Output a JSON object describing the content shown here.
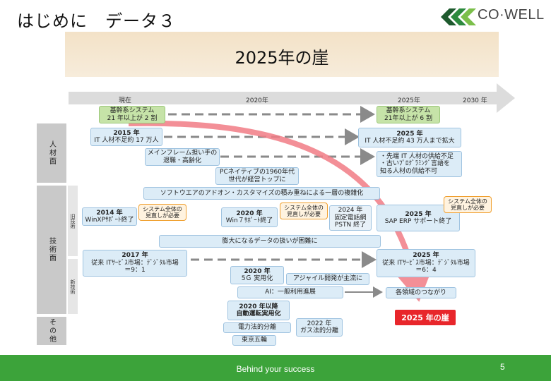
{
  "header": {
    "title": "はじめに　データ３",
    "logo_text": "CO·WELL"
  },
  "banner": {
    "title": "2025年の崖"
  },
  "timeline": {
    "labels": [
      "現在",
      "2020年",
      "2025年",
      "2030 年"
    ]
  },
  "categories": {
    "jinzai": "人材面",
    "gijutsu": "技術面",
    "other": "その他"
  },
  "subcategories": {
    "old": "旧技術",
    "new": "新技術"
  },
  "boxes": {
    "kikan_now": [
      "基幹系システム",
      "21 年以上が 2 割"
    ],
    "kikan_2025": [
      "基幹系システム",
      "21年以上が 6 割"
    ],
    "it_2015": [
      "2015 年",
      "IT 人材不足約 17 万人"
    ],
    "it_2025": [
      "2025 年",
      "IT 人材不足約 43 万人まで拡大"
    ],
    "mainframe": [
      "メインフレーム担い手の",
      "退職・高齢化"
    ],
    "senshin": [
      "・先端 IT 人材の供給不足",
      "・古いﾌﾟﾛｸﾞﾗﾐﾝｸﾞ言語を",
      "知る人材の供給不可"
    ],
    "pc_native": [
      "PCネイティブの1960年代",
      "世代が経営トップに"
    ],
    "software": "ソフトウエアのアドオン・カスタマイズの積み重ねによる一層の複雑化",
    "winxp": [
      "2014 年",
      "WinXPｻﾎﾟｰﾄ終了"
    ],
    "win7": [
      "2020 年",
      "Win７ｻﾎﾟｰﾄ終了"
    ],
    "pstn": [
      "2024 年",
      "固定電話網",
      "PSTN 終了"
    ],
    "sap": [
      "2025 年",
      "SAP ERP サポート終了"
    ],
    "system_review": [
      "システム全体の",
      "見直しが必要"
    ],
    "data_volume": "膨大になるデータの扱いが困難に",
    "market_2017": [
      "2017 年",
      "従来 ITｻｰﾋﾞｽ市場：ﾃﾞｼﾞﾀﾙ市場",
      "＝9：1"
    ],
    "market_2025": [
      "2025 年",
      "従来 ITｻｰﾋﾞｽ市場：ﾃﾞｼﾞﾀﾙ市場",
      "＝6：4"
    ],
    "fiveg": [
      "2020 年",
      "5Ｇ 実用化"
    ],
    "agile": "アジャイル開発が主流に",
    "ai": "AI：一般利用進展",
    "connect": "各領域のつながり",
    "auto_drive": [
      "2020 年以降",
      "自動運転実用化"
    ],
    "electric": "電力法的分離",
    "gas": [
      "2022 年",
      "ガス法的分離"
    ],
    "olympics": "東京五輪"
  },
  "cliff_label": "2025 年の崖",
  "footer": {
    "text": "Behind your success",
    "page": "5"
  },
  "colors": {
    "footer_green": "#3ca33a",
    "cliff_red": "#e8262b",
    "arrow_pink": "#f27c86"
  }
}
